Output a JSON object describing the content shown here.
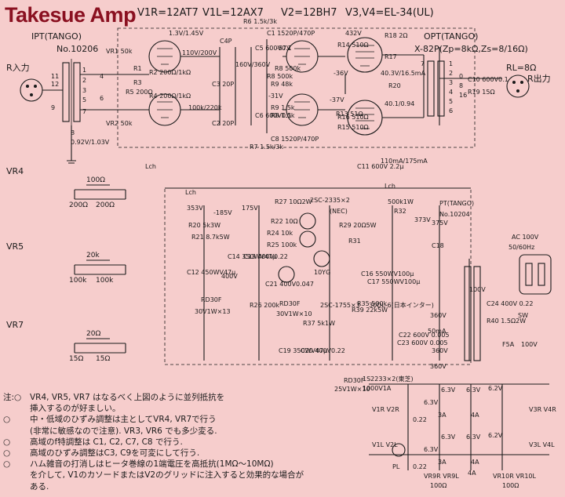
{
  "title": "Takesue Amp",
  "tubes": {
    "v1r": "V1R=12AT7",
    "v1l": "V1L=12AX7",
    "v2": "V2=12BH7",
    "v3v4": "V3,V4=EL-34(UL)"
  },
  "input": {
    "ipt": "IPT(TANGO)",
    "ipt_no": "No.10206",
    "r_in": "R入力",
    "taps": [
      "11",
      "12",
      "1",
      "2",
      "4",
      "3",
      "5",
      "8",
      "6",
      "7",
      "9"
    ]
  },
  "output": {
    "opt": "OPT(TANGO)",
    "opt_model": "X-82P(Zp=8kΩ,Zs=8/16Ω)",
    "rl": "RL=8Ω",
    "r_out": "R出力",
    "c10": "C10 600V0.1",
    "r19": "R19 15Ω",
    "taps": [
      "1",
      "2",
      "3",
      "4",
      "5",
      "6",
      "7",
      "0",
      "8",
      "16"
    ]
  },
  "components": [
    "VR1 50k",
    "VR2 50k",
    "0.92V/1.03V",
    "1.3V/1.45V",
    "R1",
    "R2 200Ω/1kΩ",
    "R3",
    "R5 200Ω",
    "R4 200Ω/1kΩ",
    "110V/200V",
    "100k/220k",
    "C2 20P",
    "C3 20P",
    "C4P",
    "R6 1.5k/3k",
    "C1 1520P/470P",
    "R8 500k",
    "R9 48k",
    "R9 1.5k",
    "R8 1.5k",
    "R8 500k",
    "C5 600V0.1",
    "C6 600V0.1",
    "160V/360V",
    "-57V",
    "-31V",
    "R7 1.5k/3k",
    "C8 1520P/470P",
    "R14 510Ω",
    "R16 510Ω",
    "432V",
    "-36V",
    "40.3V/16.5mA",
    "R17",
    "R18 2Ω",
    "R20",
    "-37V",
    "40.1/0.94",
    "R15 510Ω",
    "R13 51Ω",
    "C11 600V 2.2μ",
    "110mA/175mA",
    "Lch",
    "Lch",
    "Lch"
  ],
  "vr_boxes": [
    {
      "label": "VR4",
      "top": "100Ω",
      "left": "200Ω",
      "right": "200Ω"
    },
    {
      "label": "VR5",
      "top": "20k",
      "left": "100k",
      "right": "100k"
    },
    {
      "label": "VR7",
      "top": "20Ω",
      "left": "15Ω",
      "right": "15Ω"
    }
  ],
  "power_supply": {
    "rail_353": "353V",
    "rail_185": "-185V",
    "rail_175": "175V",
    "r27": "R27 10Ω2W",
    "q_main": "2SC-2335×2",
    "q_main_maker": "(NEC)",
    "q_aux": "2SC-1755×3",
    "r20_r21": "R20 5k3W",
    "r21": "R21 8.7k5W",
    "r22": "R22 10Ω",
    "r24": "R24 10k",
    "r25": "R25 100k",
    "c12": "C12 450WV47μ",
    "c13": "C13 400V0.22",
    "c14": "C14 350WV47μ",
    "c15": "400V",
    "r26": "R26 200k",
    "c19": "C19 350WV47μ",
    "c20": "C20 400V0.22",
    "c21": "C21 400V0.047",
    "r37": "R37 5k1W",
    "r35": "R35 500k",
    "r39": "R39 22k5W",
    "rd30f_1": "RD30F",
    "rd30f_1_note": "30V1W×13",
    "rd30f_2": "RD30F",
    "rd30f_2_note": "30V1W×10",
    "rd30f_3": "RD30F",
    "rd30f_3_note": "25V1W×10",
    "dz": "10YG",
    "r29_r30": "R29 20Ω5W",
    "r31": "R31",
    "r32": "R32",
    "pt500k": "500k1W",
    "c16": "C16 550WV100μ",
    "c17": "C17 550WV100μ",
    "c18": "C18",
    "v373": "373V",
    "v375": "375V",
    "diode_bridge": "30DL-6(日本インター)",
    "pt": "PT(TANGO)",
    "pt_no": "No.10204",
    "ac": "AC 100V",
    "ac_freq": "50/60Hz",
    "sw": "SW",
    "fuse": "F5A",
    "v100_1": "100V",
    "v100_2": "100V",
    "c24": "C24 400V 0.22",
    "r40": "R40 1.5Ω2W",
    "c22": "C22 600V 0.005",
    "c23": "C23 600V 0.005",
    "v360_1": "360V",
    "v360_2": "360V",
    "v360_3": "360V",
    "mA": "50mA",
    "is2233": "1S2233×2(東芝)",
    "is2233_note": "1000V1A"
  },
  "heaters": {
    "v63a": "6.3V",
    "v63b": "6.3V",
    "v63c": "6.3V",
    "v63d": "6.3V",
    "v63e": "6.3V",
    "v63f": "6.3V",
    "v62a": "6.2V",
    "v62b": "6.2V",
    "a3a": "3A",
    "a3b": "3A",
    "a4a": "4A",
    "a4b": "4A",
    "a4c": "4A",
    "v022a": "0.22",
    "v022b": "0.22",
    "v1r_v2r": "V1R V2R",
    "v1l_v2l": "V1L V2L",
    "v3r_v4r": "V3R V4R",
    "v3l_v4l": "V3L V4L",
    "pl": "PL",
    "vr9": "VR9R VR9L",
    "vr9_val": "100Ω",
    "vr10": "VR10R VR10L",
    "vr10_val": "100Ω"
  },
  "notes": [
    {
      "mark": "注:○",
      "text": "VR4, VR5, VR7 はなるべく上図のように並列抵抗を"
    },
    {
      "mark": "",
      "text": "挿入するのが好ましい。"
    },
    {
      "mark": "○",
      "text": "中・低域のひずみ調整は主としてVR4, VR7で行う"
    },
    {
      "mark": "",
      "text": "(非常に敏感なので注意). VR3, VR6 でも多少変る."
    },
    {
      "mark": "○",
      "text": "高域のf特調整は C1, C2, C7, C8 で行う."
    },
    {
      "mark": "○",
      "text": "高域のひずみ調整はC3, C9を可変にして行う."
    },
    {
      "mark": "○",
      "text": "ハム雑音の打消しはヒータ巻線の1端電圧を高抵抗(1MΩ〜10MΩ)"
    },
    {
      "mark": "",
      "text": "を介して, V1のカソードまたはV2のグリッドに注入すると効果的な場合が"
    },
    {
      "mark": "",
      "text": "ある."
    }
  ],
  "colors": {
    "background": "#f6cdcc",
    "title": "#8a1020",
    "ink": "#1a1a1a"
  }
}
